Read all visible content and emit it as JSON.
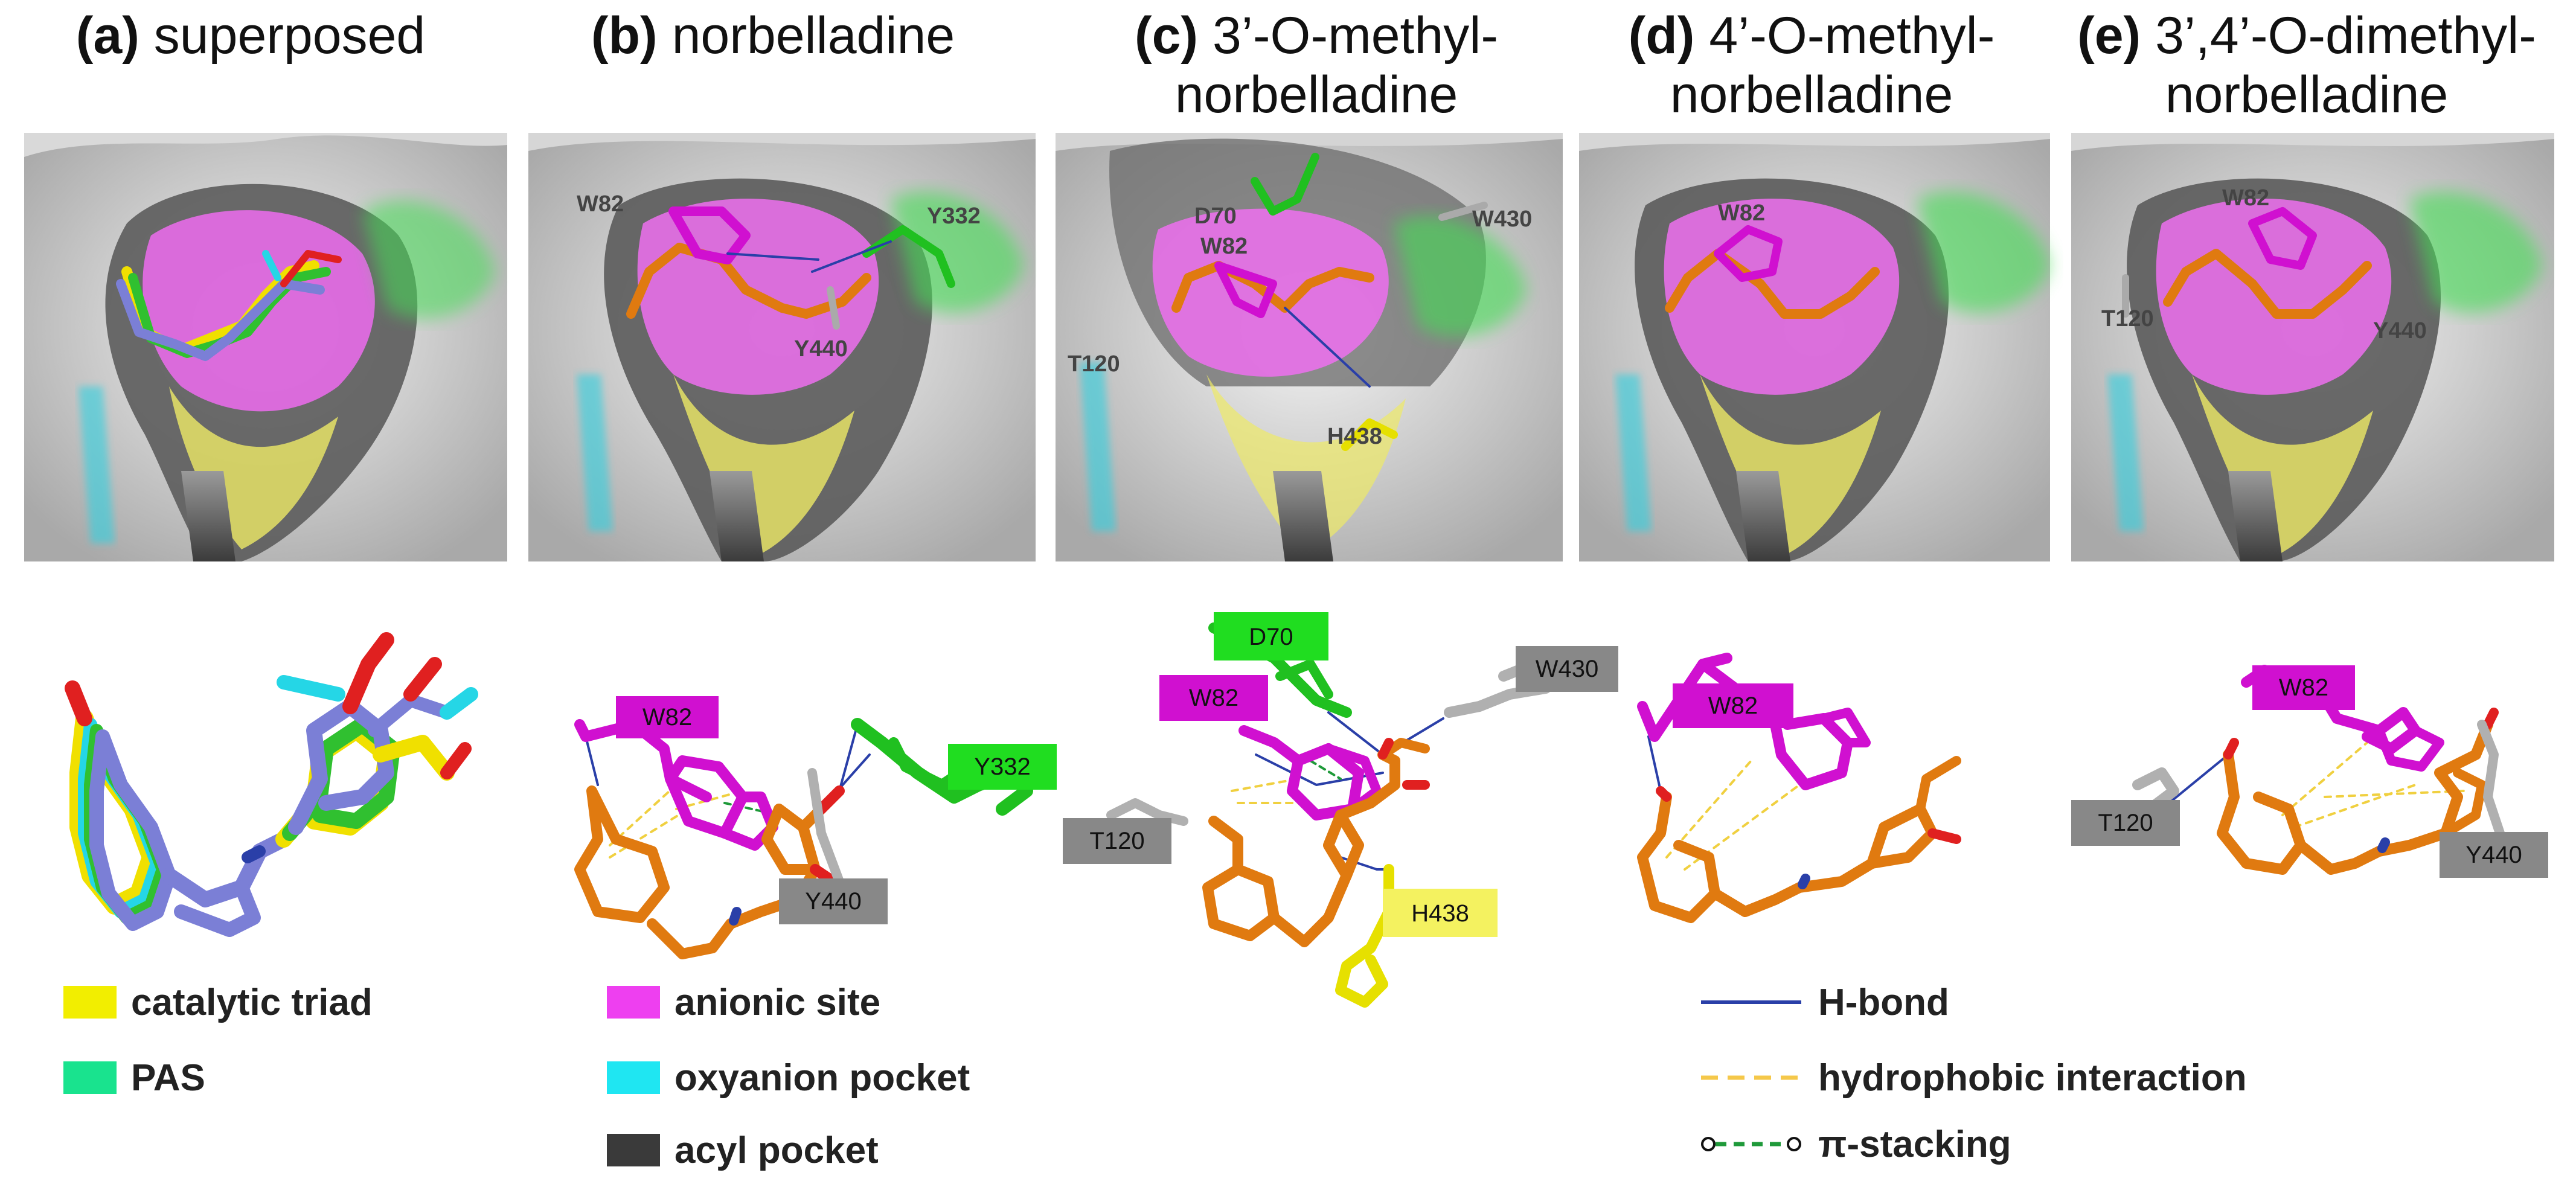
{
  "panels": [
    {
      "letter": "(a)",
      "title_lines": [
        "superposed"
      ]
    },
    {
      "letter": "(b)",
      "title_lines": [
        "norbelladine"
      ]
    },
    {
      "letter": "(c)",
      "title_lines": [
        "3’-O-methyl-",
        "norbelladine"
      ]
    },
    {
      "letter": "(d)",
      "title_lines": [
        "4’-O-methyl-",
        "norbelladine"
      ]
    },
    {
      "letter": "(e)",
      "title_lines": [
        "3’,4’-O-dimethyl-",
        "norbelladine"
      ]
    }
  ],
  "surface_labels": {
    "b": [
      "W82",
      "Y332",
      "Y440"
    ],
    "c": [
      "D70",
      "W430",
      "W82",
      "T120",
      "H438"
    ],
    "d": [
      "W82"
    ],
    "e": [
      "W82",
      "T120",
      "Y440"
    ]
  },
  "residue_labels": {
    "b": [
      "W82",
      "Y332",
      "Y440"
    ],
    "c": [
      "D70",
      "W430",
      "W82",
      "T120",
      "H438"
    ],
    "d": [
      "W82"
    ],
    "e": [
      "W82",
      "T120",
      "Y440"
    ]
  },
  "legend": {
    "regions": [
      {
        "label": "catalytic triad",
        "color": "#f2ee00"
      },
      {
        "label": "PAS",
        "color": "#19e38e"
      },
      {
        "label": "anionic site",
        "color": "#ee3ff0"
      },
      {
        "label": "oxyanion pocket",
        "color": "#1fe6f2"
      },
      {
        "label": "acyl pocket",
        "color": "#3a3a3a"
      }
    ],
    "interactions": [
      {
        "label": "H-bond",
        "style": "solid",
        "color": "#2a3fa8"
      },
      {
        "label": "hydrophobic interaction",
        "style": "dashed",
        "color": "#f5c84a"
      },
      {
        "label": "π-stacking",
        "style": "dashed-circles",
        "color": "#1f9a3a"
      }
    ]
  },
  "colors": {
    "ligand_carbon": "#e07a10",
    "oxygen": "#e02020",
    "anionic_residue": "#d010d0",
    "pas_residue": "#20c020",
    "other_residue": "#aaaaaa",
    "catalytic_residue": "#e6e000",
    "hbond": "#2a3fa8",
    "hydrophobic": "#f0d040",
    "pi_stacking": "#1f9a3a",
    "superposed_ligands": [
      "#f0e000",
      "#30c030",
      "#7b7fd6",
      "#25d6e6"
    ]
  }
}
